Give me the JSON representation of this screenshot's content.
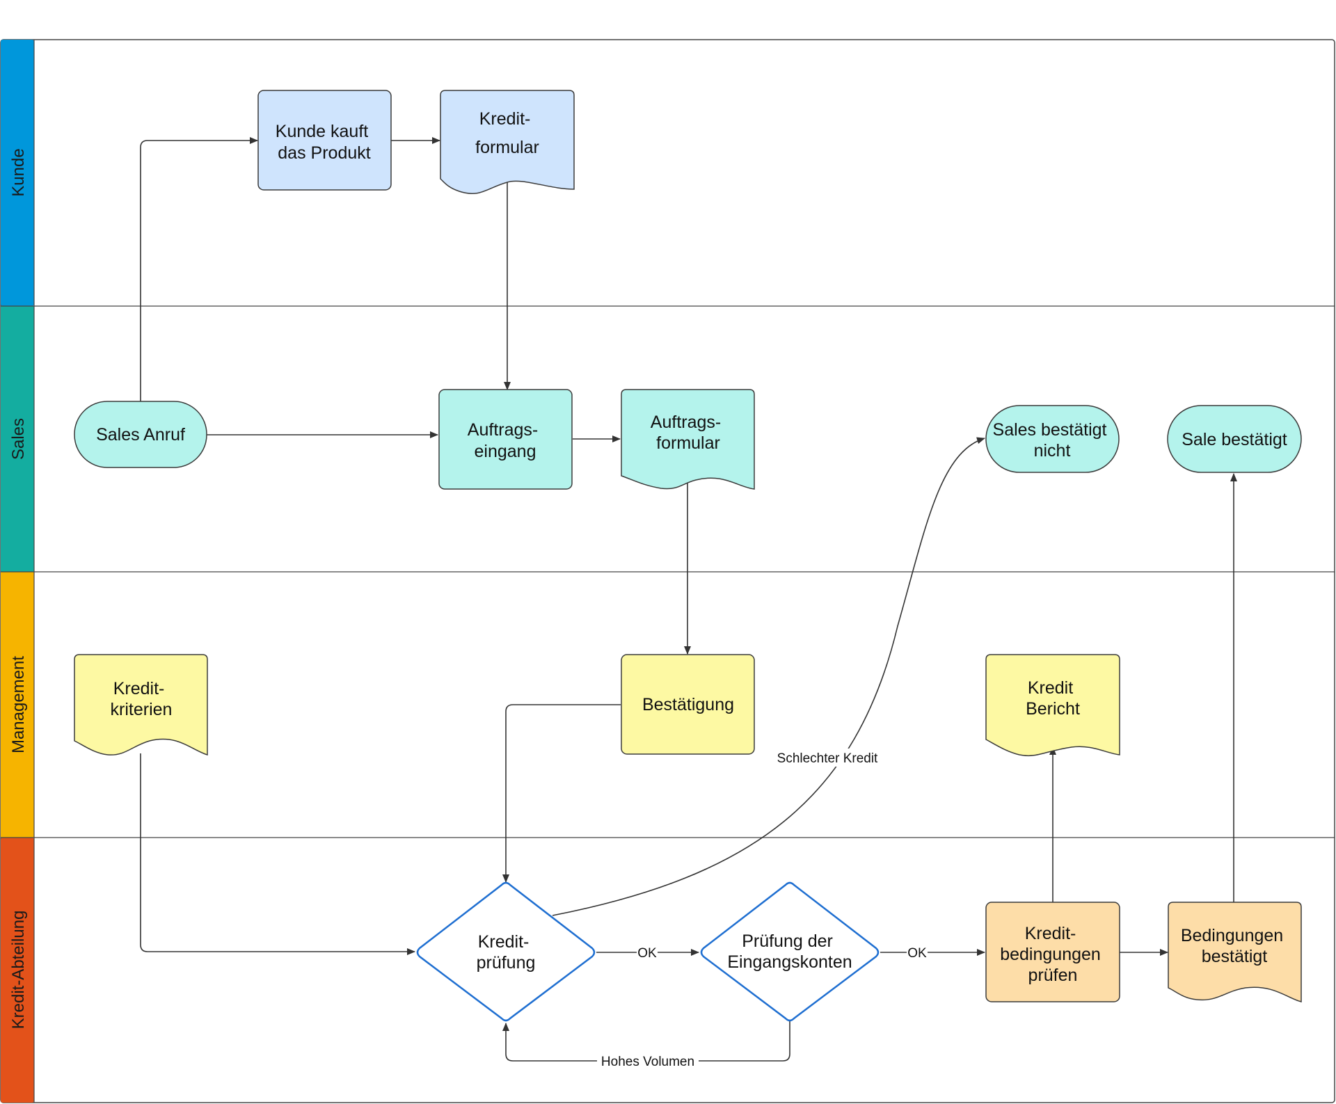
{
  "colors": {
    "lane_kunde": "#0097db",
    "lane_sales": "#14ada0",
    "lane_management": "#f6b400",
    "lane_kredit": "#e3521a",
    "node_blue": "#cfe4fd",
    "node_teal": "#b4f3ec",
    "node_yellow": "#fdf9a3",
    "node_orange": "#fddda8",
    "decision_border": "#1f6fd1"
  },
  "lanes": [
    {
      "id": "kunde",
      "label": "Kunde"
    },
    {
      "id": "sales",
      "label": "Sales"
    },
    {
      "id": "management",
      "label": "Management"
    },
    {
      "id": "kredit",
      "label": "Kredit-Abteilung"
    }
  ],
  "nodes": {
    "kunde_kauft": {
      "lines": [
        "Kunde kauft",
        "das Produkt"
      ]
    },
    "kredit_formular": {
      "lines": [
        "Kredit-",
        "formular"
      ]
    },
    "sales_anruf": {
      "lines": [
        "Sales Anruf"
      ]
    },
    "auftragseingang": {
      "lines": [
        "Auftrags-",
        "eingang"
      ]
    },
    "auftragsformular": {
      "lines": [
        "Auftrags-",
        "formular"
      ]
    },
    "sales_nicht": {
      "lines": [
        "Sales bestätigt",
        "nicht"
      ]
    },
    "sale_bestaetigt": {
      "lines": [
        "Sale bestätigt"
      ]
    },
    "kreditkriterien": {
      "lines": [
        "Kredit-",
        "kriterien"
      ]
    },
    "bestaetigung": {
      "lines": [
        "Bestätigung"
      ]
    },
    "kredit_bericht": {
      "lines": [
        "Kredit",
        "Bericht"
      ]
    },
    "kreditpruefung": {
      "lines": [
        "Kredit-",
        "prüfung"
      ]
    },
    "pruefung_konten": {
      "lines": [
        "Prüfung der",
        "Eingangskonten"
      ]
    },
    "bedingungen_pruefen": {
      "lines": [
        "Kredit-",
        "bedingungen",
        "prüfen"
      ]
    },
    "bedingungen_bestaetigt": {
      "lines": [
        "Bedingungen",
        "bestätigt"
      ]
    }
  },
  "edge_labels": {
    "schlechter_kredit": "Schlechter Kredit",
    "ok_1": "OK",
    "ok_2": "OK",
    "hohes_volumen": "Hohes Volumen"
  }
}
